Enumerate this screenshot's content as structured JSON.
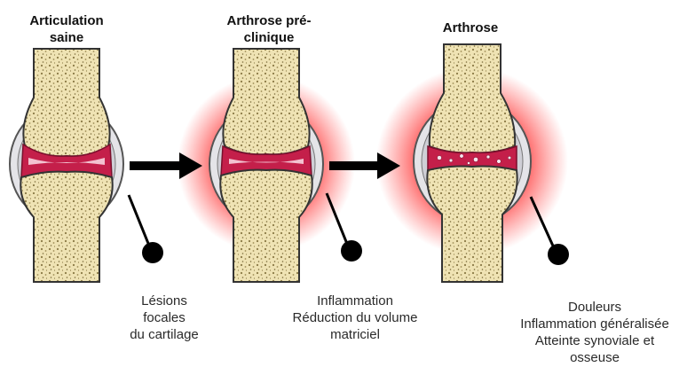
{
  "stages": [
    {
      "title_lines": [
        "Articulation",
        "saine"
      ],
      "caption_lines": [
        "Lésions",
        "focales",
        "du cartilage"
      ]
    },
    {
      "title_lines": [
        "Arthrose pré-",
        "clinique"
      ],
      "caption_lines": [
        "Inflammation",
        "Réduction du volume",
        "matriciel"
      ]
    },
    {
      "title_lines": [
        "Arthrose"
      ],
      "caption_lines": [
        "Douleurs",
        "Inflammation généralisée",
        "Atteinte synoviale et",
        "osseuse"
      ]
    }
  ],
  "colors": {
    "bone": "#efe3b4",
    "bone_pore": "#8a7a45",
    "cartilage": "#c41f4a",
    "capsule": "#d9d9de",
    "capsule_outline": "#555555",
    "inflammation": "#ff1a1a",
    "arrow": "#000000"
  },
  "icons": [
    "right-arrow-icon",
    "pointer-dot-icon"
  ]
}
